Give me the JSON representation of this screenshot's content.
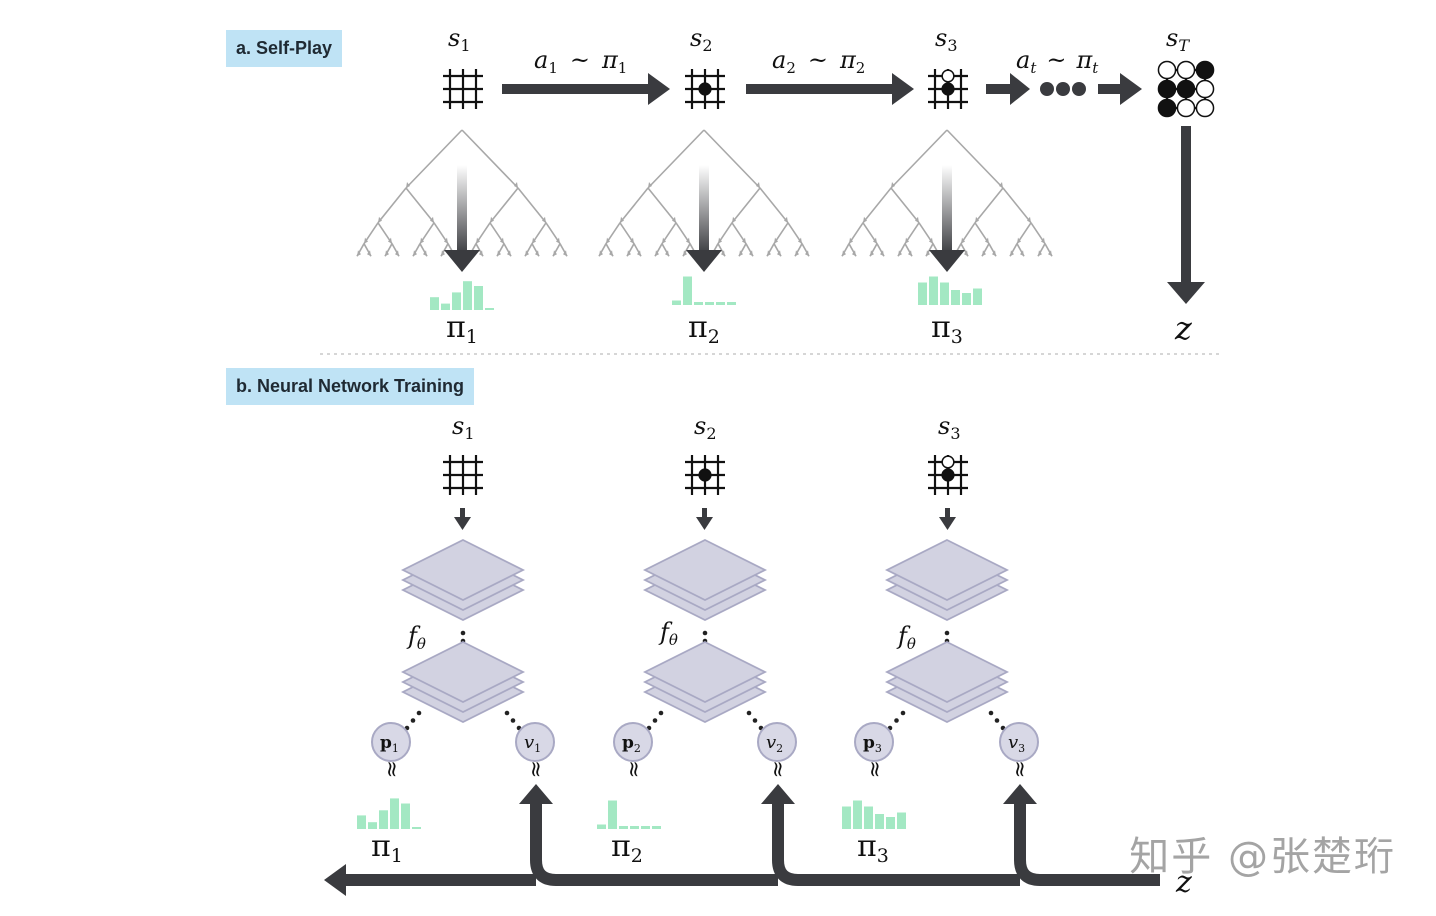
{
  "sections": {
    "self_play": "a. Self-Play",
    "training": "b. Neural Network Training"
  },
  "self_play": {
    "states": [
      {
        "sym": "s",
        "sub": "1"
      },
      {
        "sym": "s",
        "sub": "2"
      },
      {
        "sym": "s",
        "sub": "3"
      },
      {
        "sym": "s",
        "sub": "T"
      }
    ],
    "actions": [
      {
        "a": "a",
        "asub": "1",
        "tilde": "~",
        "p": "π",
        "psub": "1"
      },
      {
        "a": "a",
        "asub": "2",
        "tilde": "~",
        "p": "π",
        "psub": "2"
      },
      {
        "a": "a",
        "asub": "t",
        "tilde": "~",
        "p": "π",
        "psub": "t"
      }
    ],
    "policies": [
      {
        "sym": "π",
        "sub": "1"
      },
      {
        "sym": "π",
        "sub": "2"
      },
      {
        "sym": "π",
        "sub": "3"
      }
    ],
    "outcome": "z"
  },
  "training": {
    "states": [
      {
        "sym": "s",
        "sub": "1"
      },
      {
        "sym": "s",
        "sub": "2"
      },
      {
        "sym": "s",
        "sub": "3"
      }
    ],
    "network": {
      "sym": "f",
      "sub": "θ"
    },
    "policy_heads": [
      {
        "sym": "p",
        "sub": "1"
      },
      {
        "sym": "p",
        "sub": "2"
      },
      {
        "sym": "p",
        "sub": "3"
      }
    ],
    "value_heads": [
      {
        "sym": "v",
        "sub": "1"
      },
      {
        "sym": "v",
        "sub": "2"
      },
      {
        "sym": "v",
        "sub": "3"
      }
    ],
    "approx": "≈",
    "targets": [
      {
        "sym": "π",
        "sub": "1"
      },
      {
        "sym": "π",
        "sub": "2"
      },
      {
        "sym": "π",
        "sub": "3"
      }
    ],
    "outcome": "z"
  },
  "histograms": {
    "pi1": [
      0.4,
      0.2,
      0.55,
      0.9,
      0.75,
      0.05
    ],
    "pi2": [
      0.15,
      0.95,
      0.1,
      0.1,
      0.1,
      0.1
    ],
    "pi3": [
      0.75,
      0.95,
      0.75,
      0.5,
      0.4,
      0.55
    ]
  },
  "watermark": "知乎 @张楚珩",
  "colors": {
    "arrow": "#3a3b3f",
    "tree": "#a8a8a8",
    "histogram": "#a3e8c3",
    "stack_fill": "#d2d2e1",
    "stack_stroke": "#a9a9c4",
    "head_fill": "#d8d8e6",
    "label_bg": "#bfe3f5"
  }
}
